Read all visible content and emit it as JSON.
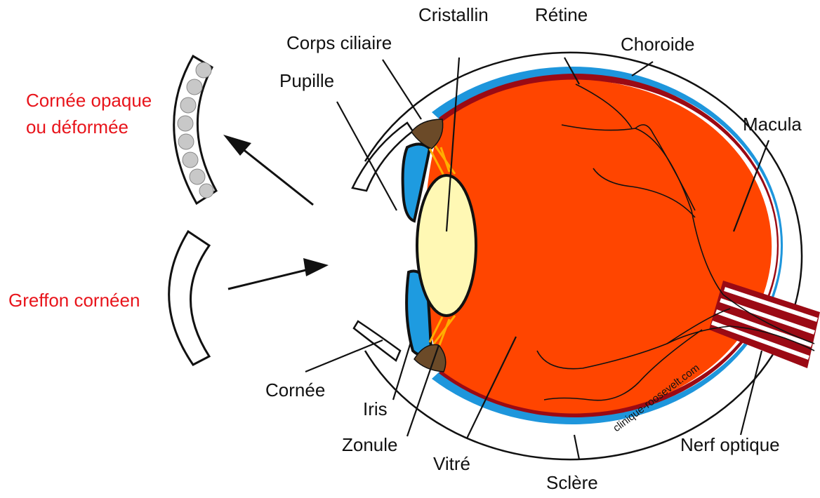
{
  "colors": {
    "accent_red": "#e8141b",
    "vitreous": "#ff4500",
    "retina": "#9b0a14",
    "choroid": "#1e96dc",
    "iris": "#1e9be0",
    "lens": "#fff8b4",
    "ciliary_body": "#6b4a28",
    "zonule": "#ffae00",
    "opaque_cornea_fill": "#c8c8c8"
  },
  "labels": {
    "cristallin": "Cristallin",
    "retine": "Rétine",
    "corps_ciliaire": "Corps ciliaire",
    "choroide": "Choroide",
    "pupille": "Pupille",
    "macula": "Macula",
    "cornee": "Cornée",
    "iris": "Iris",
    "zonule": "Zonule",
    "vitre": "Vitré",
    "sclere": "Sclère",
    "nerf_optique": "Nerf optique"
  },
  "red_labels": {
    "cornee_opaque_line1": "Cornée opaque",
    "cornee_opaque_line2": "ou déformée",
    "greffon": "Greffon cornéen"
  },
  "watermark": "clinique-roosevelt.com"
}
